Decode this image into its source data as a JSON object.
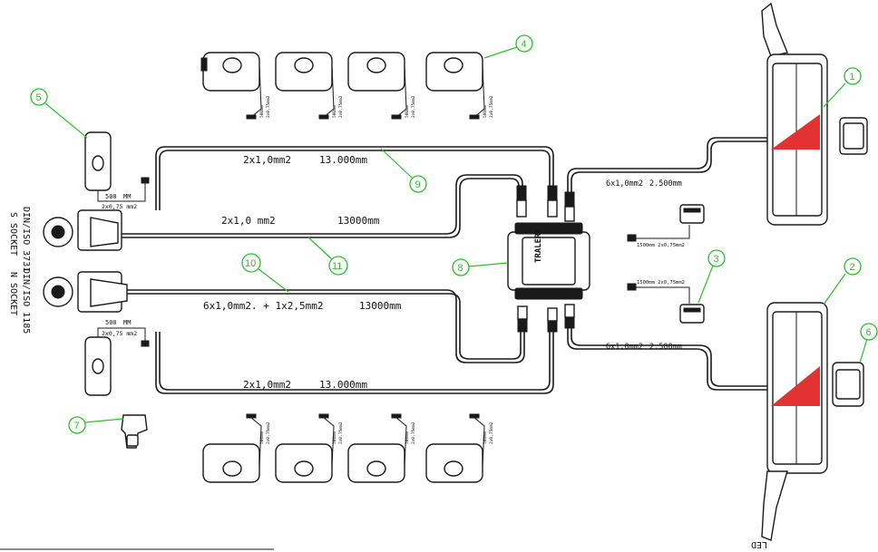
{
  "wires": {
    "w9_spec": "2x1,0mm2",
    "w9_len": "13.000mm",
    "w11_spec": "2x1,0 mm2",
    "w11_len": "13000mm",
    "w10_spec": "6x1,0mm2. + 1x2,5mm2",
    "w10_len": "13000mm",
    "bottom_spec": "2x1,0mm2",
    "bottom_len": "13.000mm",
    "right_top_spec": "6x1,0mm2",
    "right_top_len": "2.500mm",
    "right_bottom_spec": "6x1,0mm2",
    "right_bottom_len": "2.500mm"
  },
  "small_labels": {
    "len_500": "500",
    "unit_mm": "MM",
    "section_075": "2x0,75 mm2",
    "lamp_len": "500mm",
    "lamp_section": "2x0,75mm2",
    "plug_spec": "1500mm 2x0,75mm2"
  },
  "sockets": {
    "s_socket": "S SOCKET",
    "s_standard": "DIN/ISO 3731",
    "n_socket": "N SOCKET",
    "n_standard": "DIN/ISO 1185"
  },
  "junction_box_brand": "TRALERT",
  "led_label": "LED",
  "callouts": [
    "1",
    "2",
    "3",
    "4",
    "5",
    "6",
    "7",
    "8",
    "9",
    "10",
    "11"
  ],
  "colors": {
    "callout": "#2bbf2b",
    "lamp_triangle": "#e23232",
    "line": "#1a1a1a"
  }
}
